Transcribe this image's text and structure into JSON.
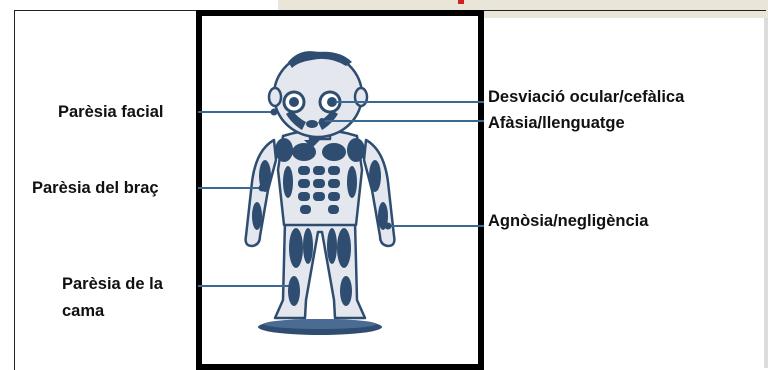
{
  "labels": {
    "facial": "Parèsia facial",
    "brac": "Parèsia del braç",
    "cama_line1": "Parèsia de la",
    "cama_line2": "cama",
    "ocular": "Desviació ocular/cefàlica",
    "afasia": "Afàsia/llenguatge",
    "agnosia": "Agnòsia/negligència"
  },
  "colors": {
    "body_fill": "#e4e8ee",
    "muscle": "#2f4d70",
    "pointer_line": "#3c6894",
    "frame": "#000000"
  }
}
